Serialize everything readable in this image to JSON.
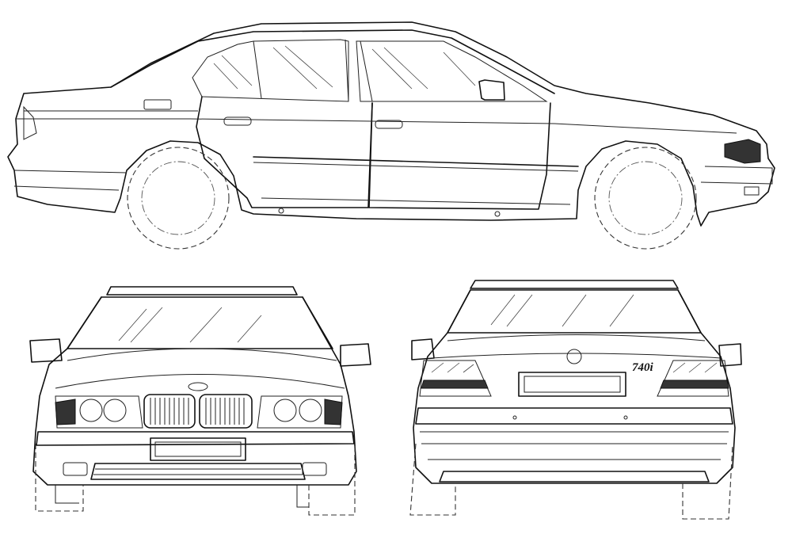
{
  "views": {
    "side": {
      "label": "side-view"
    },
    "front": {
      "label": "front-view"
    },
    "rear": {
      "label": "rear-view",
      "trunk_badge": "740i"
    }
  },
  "colors": {
    "line": "#111111",
    "background": "#ffffff"
  }
}
